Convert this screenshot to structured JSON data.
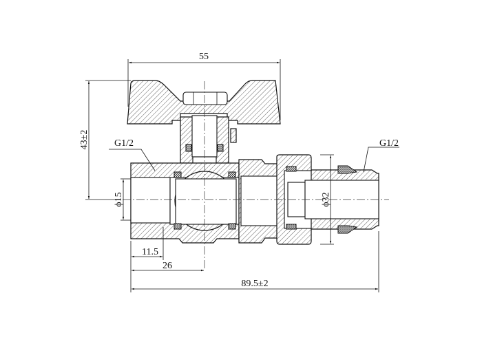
{
  "drawing": {
    "title": "Ball valve with union, cross-section",
    "dimensions": {
      "handle_width": "55",
      "height": "43±2",
      "thread_left": "G1/2",
      "thread_right": "G1/2",
      "bore_diameter": "ϕ15",
      "union_diameter": "ϕ32",
      "thread_depth": "11.5",
      "axis_offset": "26",
      "overall_length": "89.5±2"
    }
  }
}
